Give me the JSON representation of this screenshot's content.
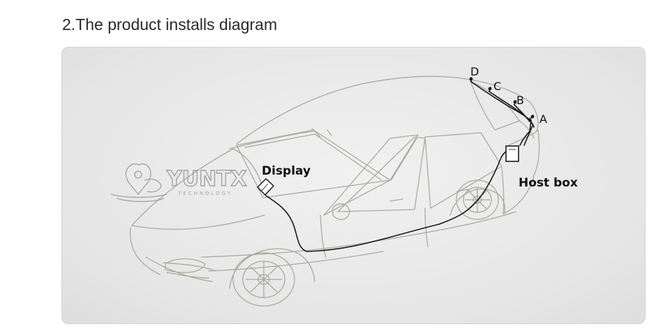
{
  "heading": "2.The product installs diagram",
  "diagram": {
    "labels": {
      "display": "Display",
      "host_box": "Host box",
      "sensor_a": "A",
      "sensor_b": "B",
      "sensor_c": "C",
      "sensor_d": "D"
    },
    "watermark": {
      "brand": "YUNTX",
      "tagline": "TECHNOLOGY"
    }
  }
}
